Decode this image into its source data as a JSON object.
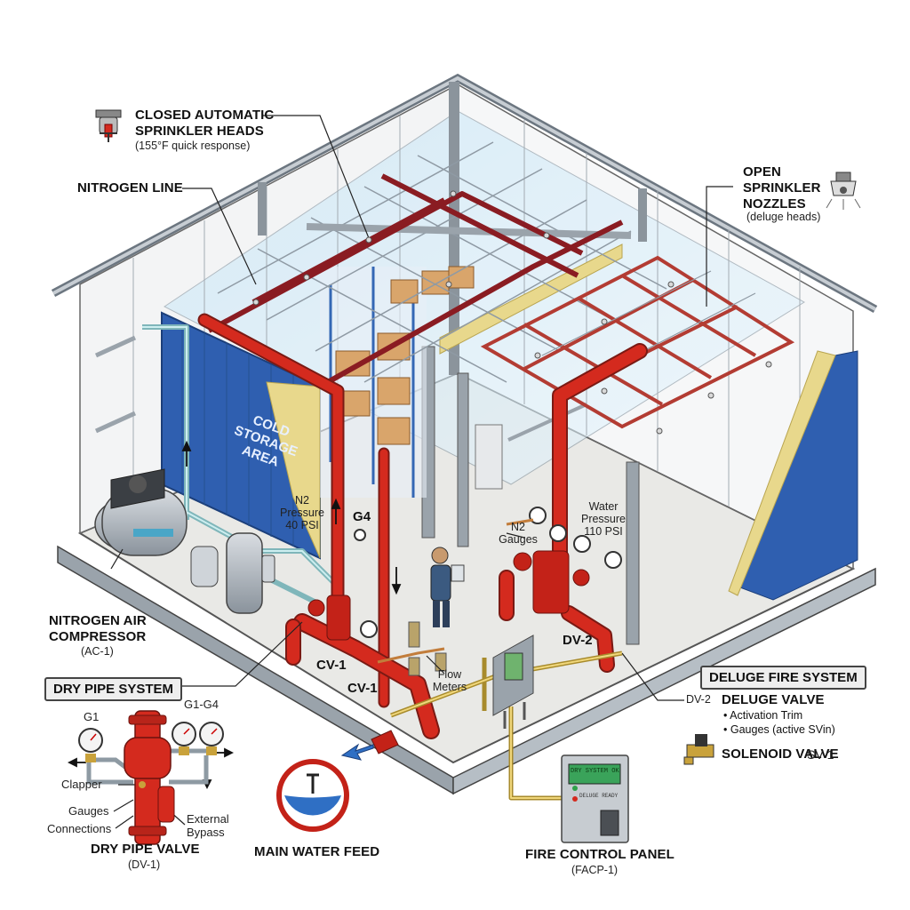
{
  "labels": {
    "closed_heads_title": "CLOSED AUTOMATIC SPRINKLER HEADS",
    "closed_heads_sub": "(155°F quick response)",
    "nitrogen_line": "NITROGEN LINE",
    "open_nozzles_title": "OPEN SPRINKLER NOZZLES",
    "open_nozzles_sub": "(deluge heads)",
    "cold_storage": "COLD STORAGE AREA",
    "n2_pressure": "N2 Pressure 40 PSI",
    "g4": "G4",
    "water_pressure": "Water Pressure 110 PSI",
    "n2_gauges": "N2 Gauges",
    "compressor_title": "NITROGEN AIR COMPRESSOR",
    "compressor_sub": "(AC-1)",
    "dry_pipe_system": "DRY PIPE SYSTEM",
    "cv1_a": "CV-1",
    "cv1_b": "CV-1",
    "flow_meters": "Flow Meters",
    "dv2": "DV-2",
    "deluge_system": "DELUGE FIRE SYSTEM",
    "dv2_ref": "DV-2",
    "deluge_valve": "DELUGE VALVE",
    "deluge_items": [
      "Activation Trim",
      "Gauges (active SVin)"
    ],
    "solenoid_title": "SOLENOID VALVE",
    "solenoid_sub": "SV-1",
    "g1": "G1",
    "g1_g4": "G1-G4",
    "clapper": "Clapper",
    "gauges": "Gauges",
    "connections": "Connections",
    "external_bypass": "External Bypass",
    "dry_valve_title": "DRY PIPE VALVE",
    "dry_valve_sub": "(DV-1)",
    "main_water": "MAIN WATER FEED",
    "facp_title": "FIRE CONTROL PANEL",
    "facp_sub": "(FACP-1)",
    "facp_line1": "DRY SYSTEM OK",
    "facp_line2": "DELUGE READY"
  },
  "colors": {
    "pipe_red": "#d42a1e",
    "nitrogen_line": "#8a1c22",
    "wall_blue": "#2f5fb0",
    "n2_pipe": "#9fd3d6",
    "wire_yellow": "#e3c35a",
    "floor": "#e9e9e6"
  },
  "icons": [
    "closed-sprinkler-icon",
    "open-nozzle-icon",
    "solenoid-valve-icon",
    "main-water-feed-icon",
    "arrow-icon"
  ]
}
